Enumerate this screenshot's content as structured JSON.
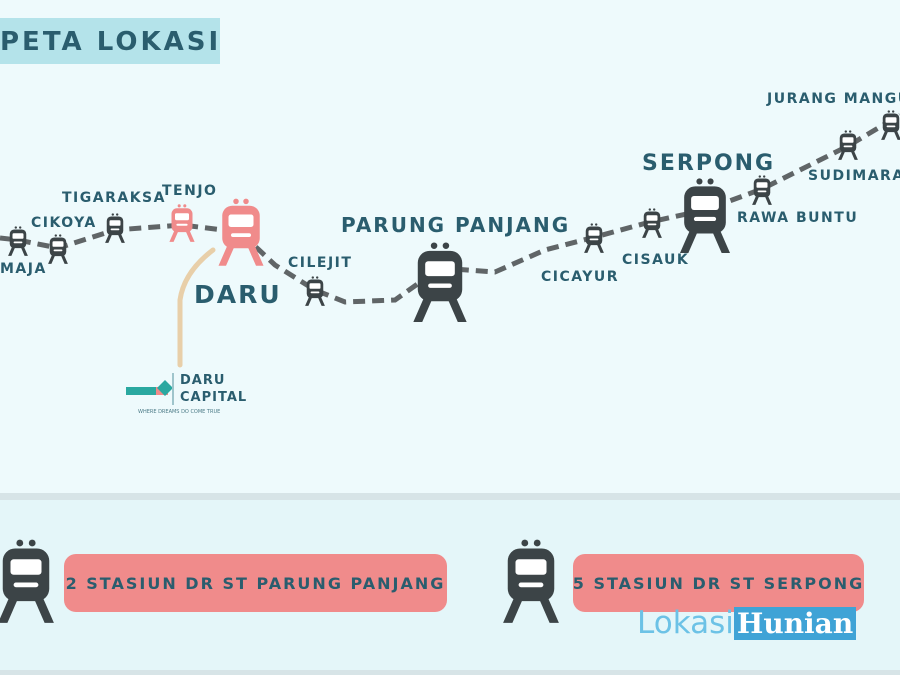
{
  "header": {
    "title": "PETA LOKASI"
  },
  "stations": {
    "maja": "MAJA",
    "cikoya": "CIKOYA",
    "tigaraksa": "TIGARAKSA",
    "tenjo": "TENJO",
    "daru": "DARU",
    "cilejit": "CILEJIT",
    "parung_panjang": "PARUNG PANJANG",
    "cicayur": "CICAYUR",
    "cisauk": "CISAUK",
    "serpong": "SERPONG",
    "rawa_buntu": "RAWA BUNTU",
    "sudimara": "SUDIMARA",
    "jurang_mangu": "JURANG MANGU"
  },
  "logo": {
    "line1": "DARU",
    "line2": "CAPITAL",
    "tagline": "WHERE DREAMS DO COME TRUE"
  },
  "info": {
    "pill1": "2 STASIUN DR ST PARUNG PANJANG",
    "pill2": "5 STASIUN DR ST SERPONG"
  },
  "watermark": {
    "part1": "Lokasi",
    "part2": "Hunian"
  },
  "colors": {
    "teal": "#2a5d6e",
    "train_dark": "#3c4447",
    "highlight": "#f08b8b",
    "route": "#606567",
    "connector": "#e8cfa9"
  }
}
